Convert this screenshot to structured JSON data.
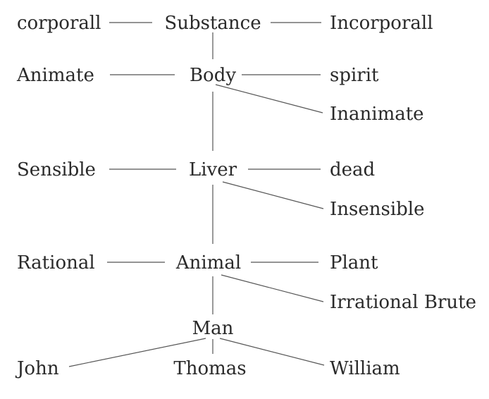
{
  "nodes": {
    "corporall": "corporall",
    "substance": "Substance",
    "incorporall": "Incorporall",
    "animate": "Animate",
    "body": "Body",
    "spirit": "spirit",
    "inanimate": "Inanimate",
    "sensible": "Sensible",
    "liver": "Liver",
    "dead": "dead",
    "insensible": "Insensible",
    "rational": "Rational",
    "animal": "Animal",
    "plant": "Plant",
    "irrational_brute": "Irrational Brute",
    "man": "Man",
    "john": "John",
    "thomas": "Thomas",
    "william": "William"
  },
  "colors": {
    "text": "#2a2a2a",
    "line": "#555555",
    "background": "#ffffff"
  }
}
